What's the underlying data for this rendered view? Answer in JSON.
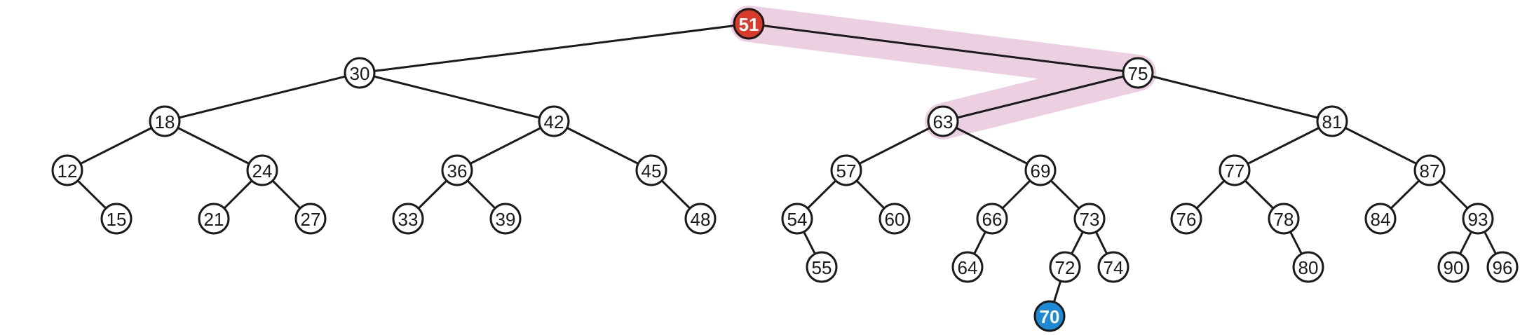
{
  "colors": {
    "edge": "#1a1a1a",
    "node_fill": "#ffffff",
    "node_stroke": "#1a1a1a",
    "node_text": "#1a1a1a",
    "root_fill": "#d93a2b",
    "target_fill": "#1c8ad4",
    "special_text": "#ffffff",
    "path_highlight": "#ecd0e2"
  },
  "tree": {
    "root": "51",
    "target": "70",
    "highlight_path": [
      "51",
      "75",
      "63"
    ],
    "nodes": [
      {
        "id": "51",
        "parent": null
      },
      {
        "id": "30",
        "parent": "51"
      },
      {
        "id": "75",
        "parent": "51"
      },
      {
        "id": "18",
        "parent": "30"
      },
      {
        "id": "42",
        "parent": "30"
      },
      {
        "id": "63",
        "parent": "75"
      },
      {
        "id": "81",
        "parent": "75"
      },
      {
        "id": "12",
        "parent": "18"
      },
      {
        "id": "24",
        "parent": "18"
      },
      {
        "id": "36",
        "parent": "42"
      },
      {
        "id": "45",
        "parent": "42"
      },
      {
        "id": "57",
        "parent": "63"
      },
      {
        "id": "69",
        "parent": "63"
      },
      {
        "id": "77",
        "parent": "81"
      },
      {
        "id": "87",
        "parent": "81"
      },
      {
        "id": "15",
        "parent": "12"
      },
      {
        "id": "21",
        "parent": "24"
      },
      {
        "id": "27",
        "parent": "24"
      },
      {
        "id": "33",
        "parent": "36"
      },
      {
        "id": "39",
        "parent": "36"
      },
      {
        "id": "48",
        "parent": "45"
      },
      {
        "id": "54",
        "parent": "57"
      },
      {
        "id": "60",
        "parent": "57"
      },
      {
        "id": "66",
        "parent": "69"
      },
      {
        "id": "73",
        "parent": "69"
      },
      {
        "id": "76",
        "parent": "77"
      },
      {
        "id": "78",
        "parent": "77"
      },
      {
        "id": "84",
        "parent": "87"
      },
      {
        "id": "93",
        "parent": "87"
      },
      {
        "id": "55",
        "parent": "54"
      },
      {
        "id": "64",
        "parent": "66"
      },
      {
        "id": "72",
        "parent": "73"
      },
      {
        "id": "74",
        "parent": "73"
      },
      {
        "id": "80",
        "parent": "78"
      },
      {
        "id": "90",
        "parent": "93"
      },
      {
        "id": "96",
        "parent": "93"
      },
      {
        "id": "70",
        "parent": "72"
      }
    ]
  }
}
